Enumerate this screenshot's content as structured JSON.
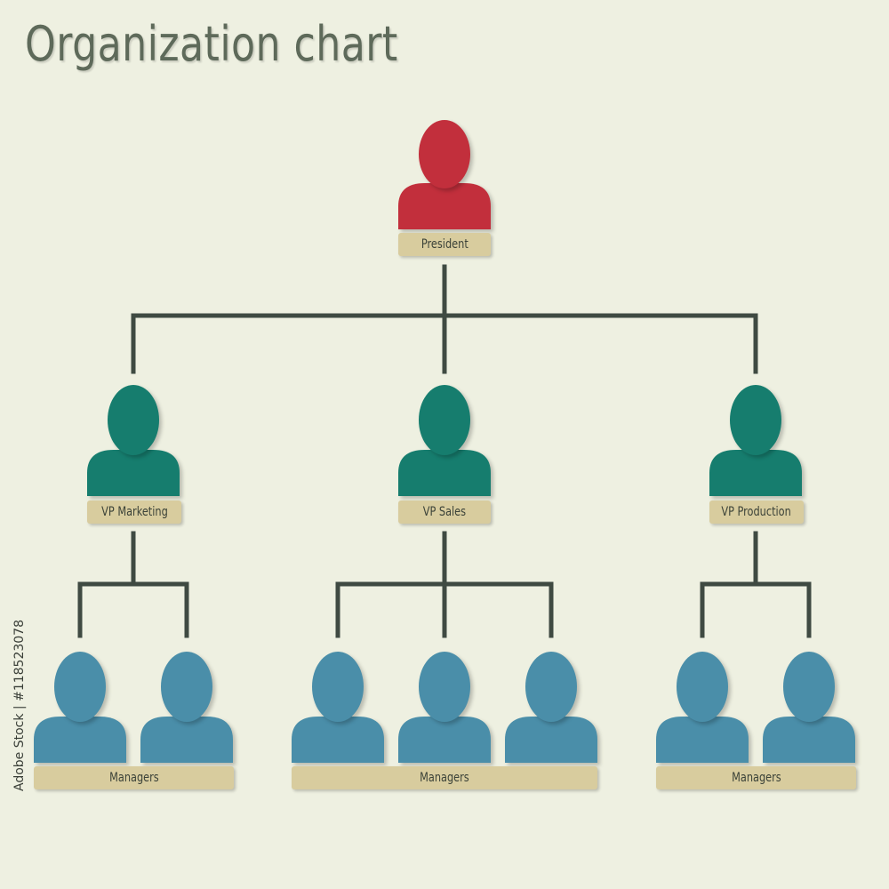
{
  "title": "Organization chart",
  "watermark": "Adobe Stock | #118523078",
  "colors": {
    "background": "#eef0e1",
    "president": "#c22f3c",
    "vp": "#167d6e",
    "manager": "#4a8ea9",
    "label_box": "#d8cc9e",
    "connector": "#3f4a42"
  },
  "president": {
    "label": "President"
  },
  "vps": [
    {
      "label": "VP Marketing",
      "manager_count": 2
    },
    {
      "label": "VP Sales",
      "manager_count": 3
    },
    {
      "label": "VP Production",
      "manager_count": 2
    }
  ],
  "manager_groups": [
    {
      "label": "Managers"
    },
    {
      "label": "Managers"
    },
    {
      "label": "Managers"
    }
  ]
}
